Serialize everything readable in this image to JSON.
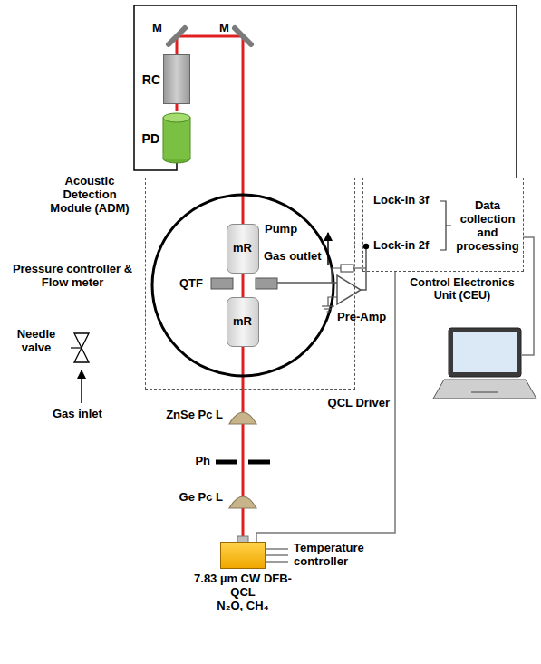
{
  "diagram": {
    "nodes": [
      {
        "text": [
          "RC"
        ]
      },
      {
        "text": [
          "PD"
        ]
      },
      {
        "text": [
          "Acoustic Detection Module (ADM)"
        ]
      },
      {
        "text": [
          "mR"
        ],
        "in": 2
      },
      {
        "text": [
          "mR"
        ],
        "in": 2
      },
      {
        "text": [
          "Control Electronics Unit (CEU)"
        ]
      },
      {
        "text": [
          "7.83 µm CW DFB-QCL",
          "N₂O, CH₄"
        ]
      }
    ],
    "edges": [
      {
        "from": 1,
        "to": 5,
        "arrow": "none"
      },
      {
        "from": 5,
        "to": 6,
        "arrow": "none"
      }
    ],
    "labels": [
      "M",
      "M",
      "Pump",
      "Gas outlet",
      "QTF",
      "Pressure controller & Flow meter",
      "Needle valve",
      "Gas inlet",
      "ZnSe Pc L",
      "Ph",
      "Ge Pc L",
      "Lock-in 3f",
      "Lock-in 2f",
      "Data collection and processing",
      "Pre-Amp",
      "QCL Driver",
      "Temperature controller"
    ]
  }
}
